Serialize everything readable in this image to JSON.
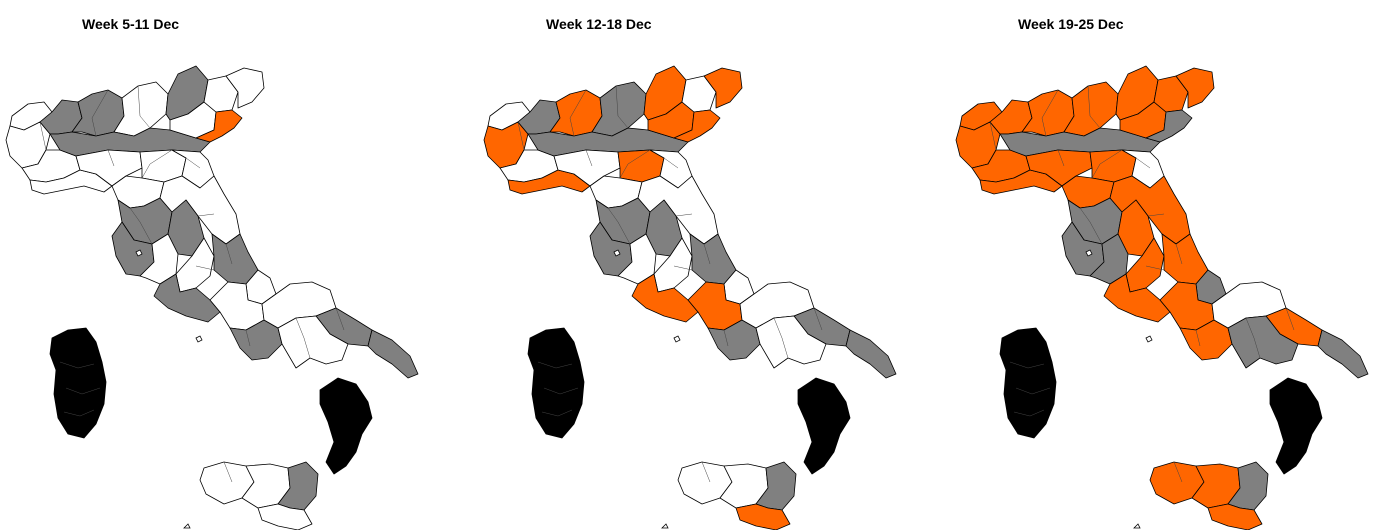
{
  "colors": {
    "white": "#ffffff",
    "grey": "#808080",
    "orange": "#ff6600",
    "black": "#000000",
    "border": "#000000"
  },
  "panels": [
    {
      "title": "Week 5-11 Dec",
      "regions": {
        "valle_aosta": "white",
        "piemonte_w": "white",
        "piemonte_n": "grey",
        "piemonte_s": "white",
        "liguria": "white",
        "lombardia_w": "grey",
        "lombardia_e": "white",
        "po_belt": "grey",
        "trentino": "grey",
        "veneto_w": "white",
        "veneto_e": "white",
        "friuli_coast": "orange",
        "friuli_n": "white",
        "emilia_w": "white",
        "emilia_e": "white",
        "romagna": "white",
        "toscana_n": "white",
        "toscana_c": "grey",
        "toscana_s": "grey",
        "marche": "white",
        "umbria": "grey",
        "lazio_n": "white",
        "lazio_c": "white",
        "lazio_s": "grey",
        "abruzzo": "grey",
        "molise": "white",
        "campania_n": "white",
        "campania_s": "grey",
        "puglia_n": "white",
        "puglia_c": "grey",
        "puglia_s": "grey",
        "basilicata": "white",
        "calabria": "black",
        "sicilia_w": "white",
        "sicilia_c": "white",
        "sicilia_e": "grey",
        "sicilia_se": "white",
        "sardegna": "black"
      }
    },
    {
      "title": "Week 12-18 Dec",
      "regions": {
        "valle_aosta": "white",
        "piemonte_w": "orange",
        "piemonte_n": "grey",
        "piemonte_s": "white",
        "liguria": "orange",
        "lombardia_w": "orange",
        "lombardia_e": "grey",
        "po_belt": "grey",
        "trentino": "orange",
        "veneto_w": "orange",
        "veneto_e": "white",
        "friuli_coast": "orange",
        "friuli_n": "orange",
        "emilia_w": "white",
        "emilia_e": "orange",
        "romagna": "white",
        "toscana_n": "white",
        "toscana_c": "grey",
        "toscana_s": "grey",
        "marche": "white",
        "umbria": "grey",
        "lazio_n": "white",
        "lazio_c": "white",
        "lazio_s": "orange",
        "abruzzo": "grey",
        "molise": "white",
        "campania_n": "orange",
        "campania_s": "grey",
        "puglia_n": "white",
        "puglia_c": "grey",
        "puglia_s": "grey",
        "basilicata": "white",
        "calabria": "black",
        "sicilia_w": "white",
        "sicilia_c": "white",
        "sicilia_e": "grey",
        "sicilia_se": "orange",
        "sardegna": "black"
      }
    },
    {
      "title": "Week 19-25 Dec",
      "regions": {
        "valle_aosta": "orange",
        "piemonte_w": "orange",
        "piemonte_n": "orange",
        "piemonte_s": "orange",
        "liguria": "orange",
        "lombardia_w": "orange",
        "lombardia_e": "orange",
        "po_belt": "grey",
        "trentino": "orange",
        "veneto_w": "orange",
        "veneto_e": "orange",
        "friuli_coast": "grey",
        "friuli_n": "orange",
        "emilia_w": "orange",
        "emilia_e": "orange",
        "romagna": "white",
        "toscana_n": "orange",
        "toscana_c": "grey",
        "toscana_s": "grey",
        "marche": "orange",
        "umbria": "orange",
        "lazio_n": "grey",
        "lazio_c": "orange",
        "lazio_s": "orange",
        "abruzzo": "orange",
        "molise": "grey",
        "campania_n": "orange",
        "campania_s": "orange",
        "puglia_n": "white",
        "puglia_c": "orange",
        "puglia_s": "grey",
        "basilicata": "grey",
        "calabria": "black",
        "sicilia_w": "orange",
        "sicilia_c": "orange",
        "sicilia_e": "grey",
        "sicilia_se": "orange",
        "sardegna": "black"
      }
    }
  ]
}
